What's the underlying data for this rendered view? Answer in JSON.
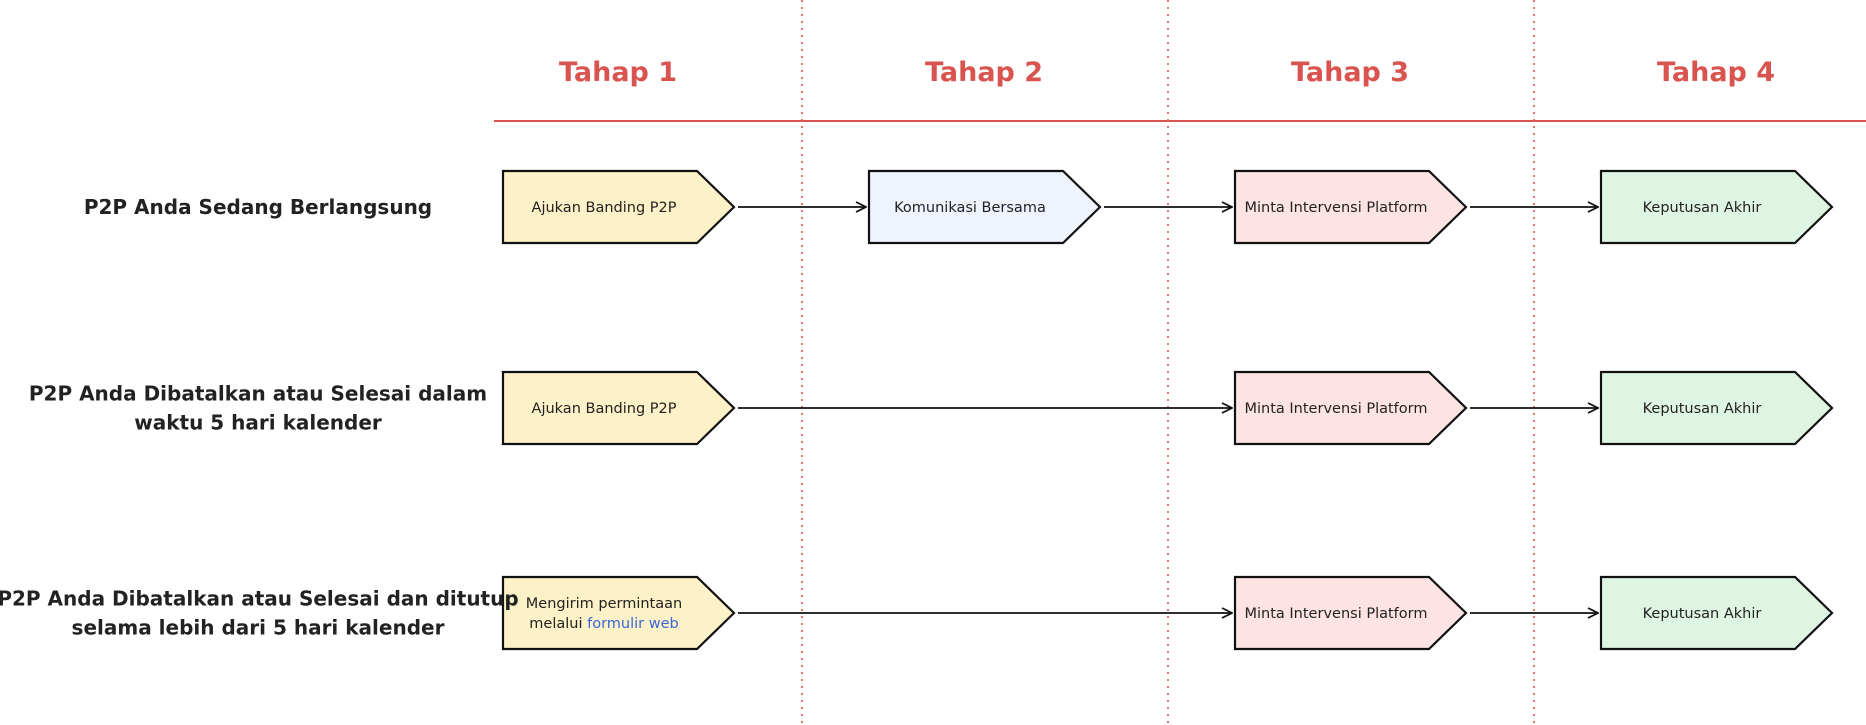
{
  "stages": [
    "Tahap 1",
    "Tahap 2",
    "Tahap 3",
    "Tahap 4"
  ],
  "rows": [
    {
      "label_lines": [
        "P2P Anda Sedang Berlangsung"
      ],
      "steps": [
        {
          "stage": 0,
          "lines": [
            "Ajukan Banding P2P"
          ],
          "color": "yellow"
        },
        {
          "stage": 1,
          "lines": [
            "Komunikasi Bersama"
          ],
          "color": "blue"
        },
        {
          "stage": 2,
          "lines": [
            "Minta Intervensi Platform"
          ],
          "color": "pink"
        },
        {
          "stage": 3,
          "lines": [
            "Keputusan Akhir"
          ],
          "color": "green"
        }
      ]
    },
    {
      "label_lines": [
        "P2P Anda Dibatalkan atau Selesai dalam",
        "waktu 5 hari kalender"
      ],
      "steps": [
        {
          "stage": 0,
          "lines": [
            "Ajukan Banding P2P"
          ],
          "color": "yellow"
        },
        {
          "stage": 2,
          "lines": [
            "Minta Intervensi Platform"
          ],
          "color": "pink"
        },
        {
          "stage": 3,
          "lines": [
            "Keputusan Akhir"
          ],
          "color": "green"
        }
      ]
    },
    {
      "label_lines": [
        "P2P Anda Dibatalkan atau Selesai dan ditutup",
        "selama lebih dari 5 hari kalender"
      ],
      "steps": [
        {
          "stage": 0,
          "lines": [
            "Mengirim permintaan",
            "melalui "
          ],
          "link": "formulir web",
          "color": "yellow"
        },
        {
          "stage": 2,
          "lines": [
            "Minta Intervensi Platform"
          ],
          "color": "pink"
        },
        {
          "stage": 3,
          "lines": [
            "Keputusan Akhir"
          ],
          "color": "green"
        }
      ]
    }
  ],
  "colors": {
    "accent": "#d9534f",
    "stroke": "#111111",
    "yellow": "#fdf1c8",
    "blue": "#eef3fd",
    "pink": "#fde3e3",
    "green": "#dff5e4",
    "link": "#3a66d8"
  }
}
